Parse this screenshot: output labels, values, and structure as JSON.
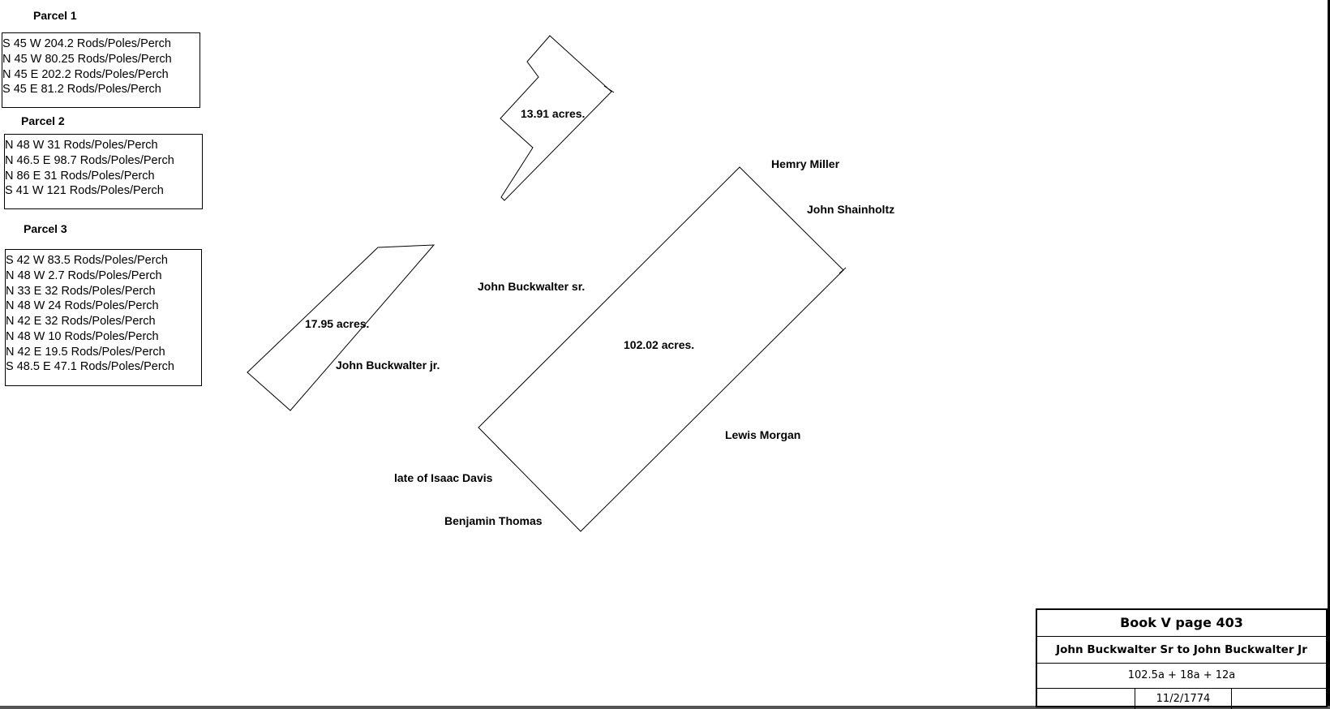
{
  "parcels": [
    {
      "title": "Parcel 1",
      "calls": [
        "S 45 W 204.2 Rods/Poles/Perch",
        "N 45 W 80.25 Rods/Poles/Perch",
        "N 45 E 202.2 Rods/Poles/Perch",
        "S 45 E 81.2 Rods/Poles/Perch"
      ]
    },
    {
      "title": "Parcel 2",
      "calls": [
        "N 48 W 31 Rods/Poles/Perch",
        "N 46.5 E 98.7 Rods/Poles/Perch",
        "N 86 E 31 Rods/Poles/Perch",
        "S 41 W 121 Rods/Poles/Perch"
      ]
    },
    {
      "title": "Parcel 3",
      "calls": [
        "S 42 W 83.5 Rods/Poles/Perch",
        "N 48 W 2.7 Rods/Poles/Perch",
        "N 33 E 32 Rods/Poles/Perch",
        "N 48 W 24 Rods/Poles/Perch",
        "N 42 E 32 Rods/Poles/Perch",
        "N 48 W 10 Rods/Poles/Perch",
        "N 42 E 19.5 Rods/Poles/Perch",
        "S 48.5 E 47.1 Rods/Poles/Perch"
      ]
    }
  ],
  "plat": {
    "areas": {
      "main": "102.02 acres.",
      "small": "13.91 acres.",
      "left": "17.95 acres."
    },
    "neighbors": {
      "hemry_miller": "Hemry Miller",
      "john_shainholtz": "John Shainholtz",
      "john_buckwalter_sr": "John Buckwalter sr.",
      "john_buckwalter_jr": "John Buckwalter jr.",
      "lewis_morgan": "Lewis Morgan",
      "isaac_davis": "late of Isaac Davis",
      "benjamin_thomas": "Benjamin Thomas"
    }
  },
  "title_block": {
    "book": "Book V page 403",
    "parties": "John Buckwalter Sr to John Buckwalter Jr",
    "acreage": "102.5a + 18a + 12a",
    "date": "11/2/1774"
  }
}
